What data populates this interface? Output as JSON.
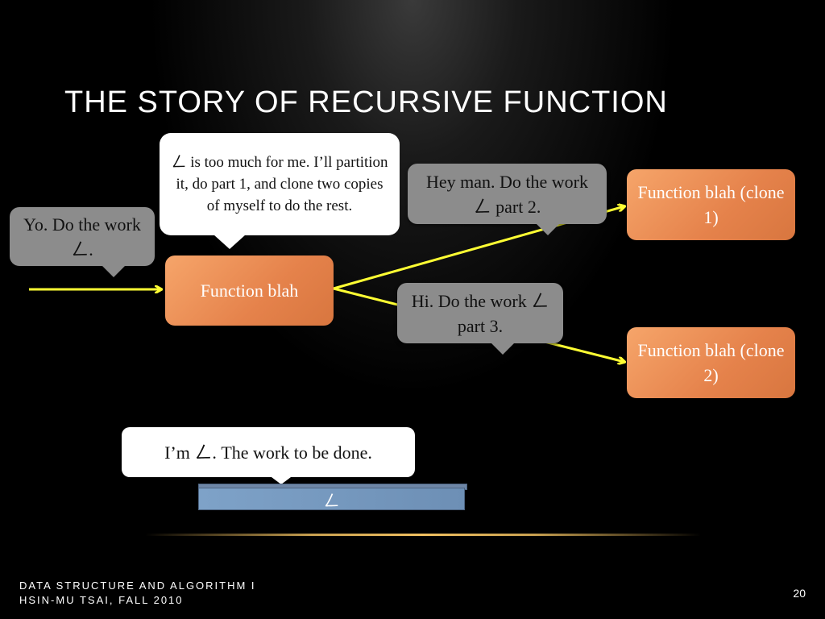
{
  "title": "The Story of Recursive Function",
  "bubbles": {
    "yo": "Yo. Do the work ㄥ.",
    "partition": "ㄥ is too much for me. I’ll partition it, do part 1, and clone two copies of myself to do the rest.",
    "hey": "Hey man. Do the work ㄥ part 2.",
    "hi": "Hi. Do the work ㄥ part 3.",
    "im": "I’m ㄥ. The work to be done."
  },
  "functions": {
    "main": "Function blah",
    "clone1": "Function blah (clone 1)",
    "clone2": "Function blah (clone 2)"
  },
  "work_label": "ㄥ",
  "footer": {
    "line1": "DATA STRUCTURE AND ALGORITHM I",
    "line2": "HSIN-MU TSAI, FALL 2010"
  },
  "page_number": "20",
  "colors": {
    "arrow": "#ffff33",
    "function_box": "#e5824b",
    "speech_gray": "#8c8c8c",
    "work_box": "#7ea2c8"
  }
}
